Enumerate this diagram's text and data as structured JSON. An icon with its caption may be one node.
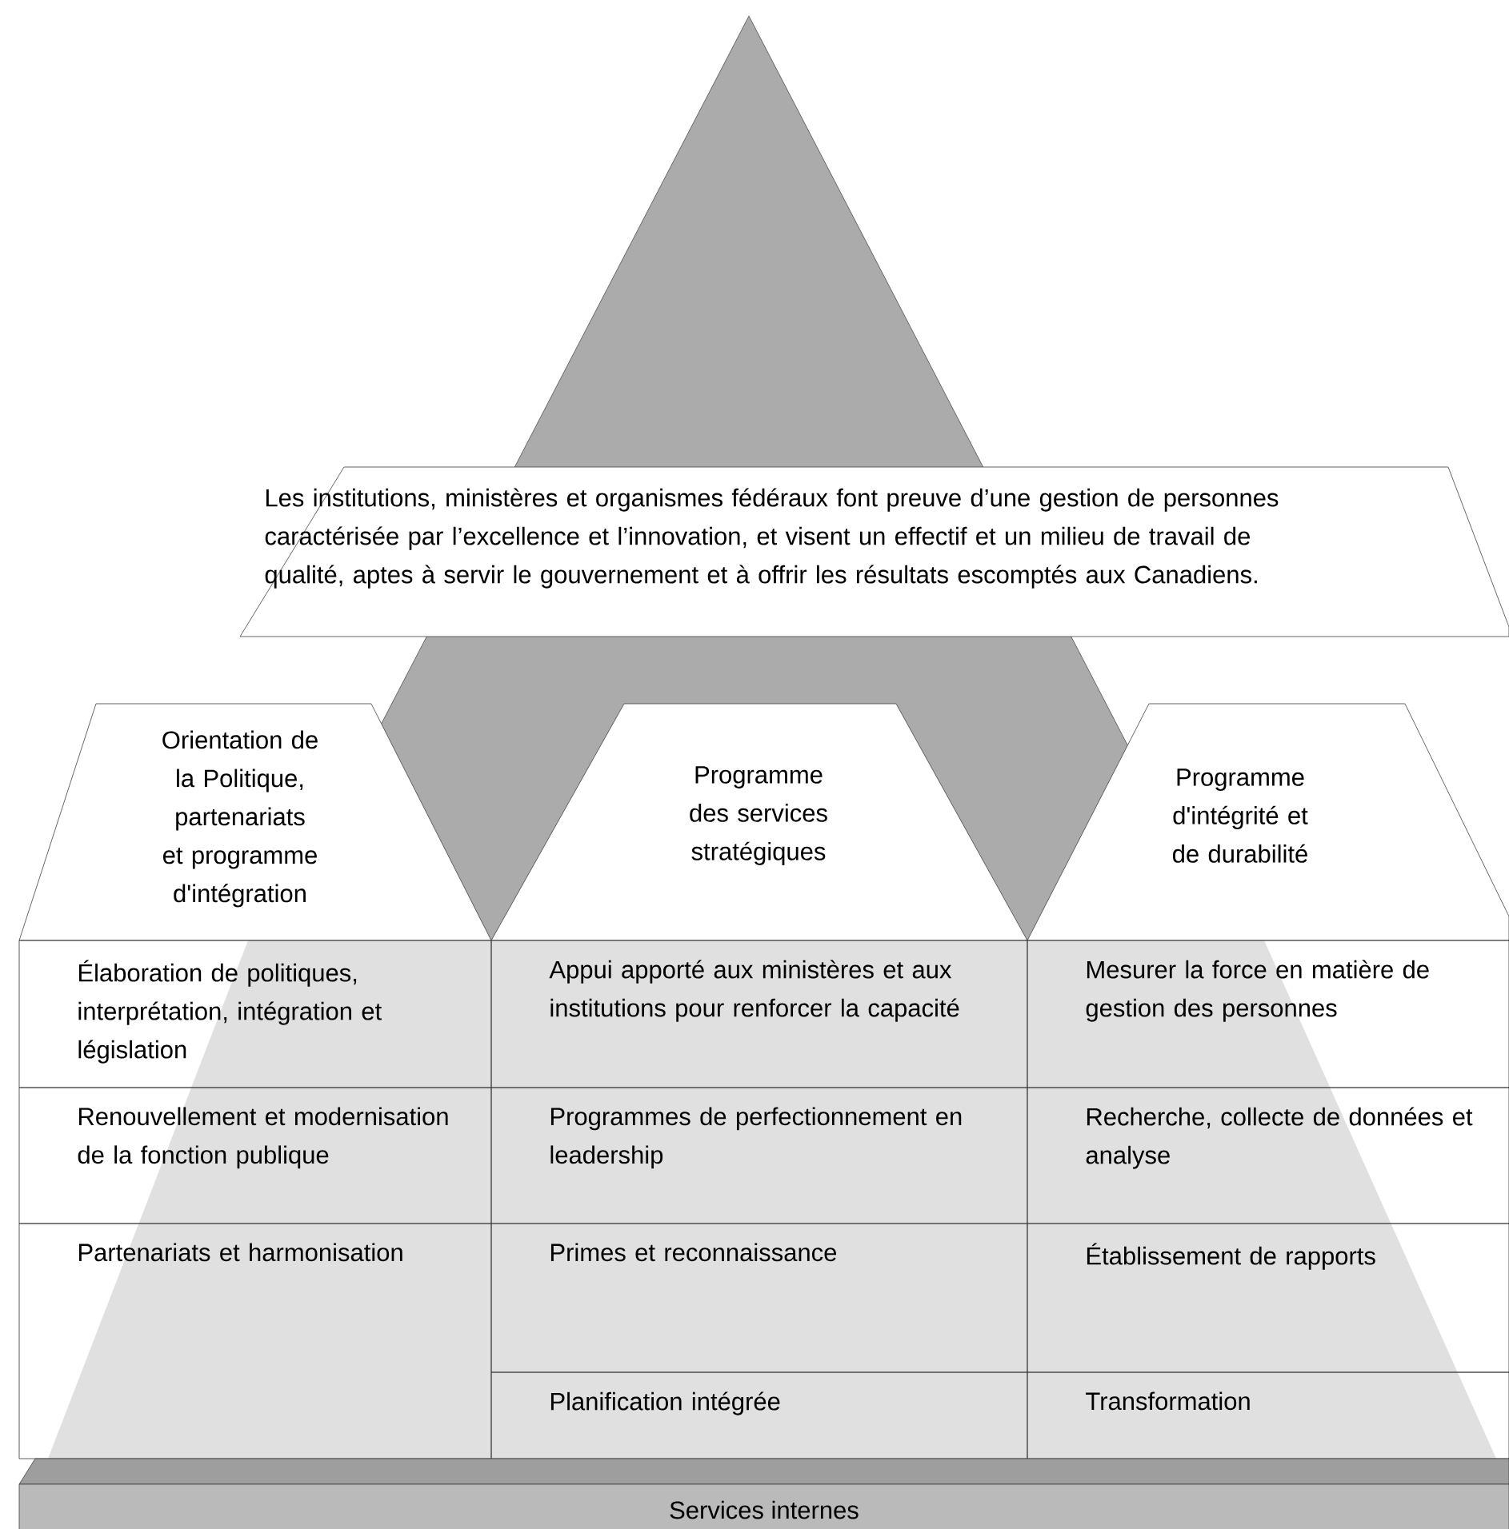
{
  "diagram": {
    "nodes": [
      {
        "text": [
          "Les institutions, ministères et organismes fédéraux font preuve d’une gestion de personnes caractérisée par l’excellence et l’innovation, et visent un effectif et un milieu de travail de qualité, aptes à servir le gouvernement et à offrir les résultats escomptés aux Canadiens."
        ]
      },
      {
        "text": [
          "Orientation de la Politique, partenariats et programme d'intégration"
        ]
      },
      {
        "text": [
          "Programme des services stratégiques"
        ]
      },
      {
        "text": [
          "Programme d'intégrité et de durabilité"
        ]
      },
      {
        "text": [
          "Élaboration de politiques, interprétation, intégration et législation"
        ]
      },
      {
        "text": [
          "Appui apporté aux ministères et aux institutions pour renforcer la capacité"
        ]
      },
      {
        "text": [
          "Mesurer la force en matière de gestion des personnes"
        ]
      },
      {
        "text": [
          "Renouvellement et modernisation de la fonction publique"
        ]
      },
      {
        "text": [
          "Programmes de perfectionnement en leadership"
        ]
      },
      {
        "text": [
          "Recherche, collecte de données et analyse"
        ]
      },
      {
        "text": [
          "Partenariats et harmonisation"
        ]
      },
      {
        "text": [
          "Primes et reconnaissance"
        ]
      },
      {
        "text": [
          "Établissement de rapports"
        ]
      },
      {
        "text": [
          "Planification intégrée"
        ]
      },
      {
        "text": [
          "Transformation"
        ]
      },
      {
        "text": [
          "Services internes"
        ]
      }
    ]
  }
}
